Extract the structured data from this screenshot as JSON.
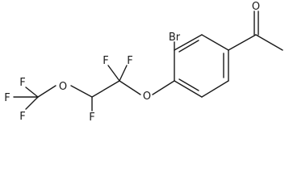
{
  "atoms": {
    "carbonyl_oxygen": "O",
    "bromine": "Br",
    "ether_oxygen": "O",
    "chain_oxygen": "O",
    "fluorine_cf2_top_left": "F",
    "fluorine_cf2_top_right": "F",
    "fluorine_chf_bottom": "F",
    "fluorine_cf3_top": "F",
    "fluorine_cf3_left": "F",
    "fluorine_cf3_bottom": "F"
  }
}
